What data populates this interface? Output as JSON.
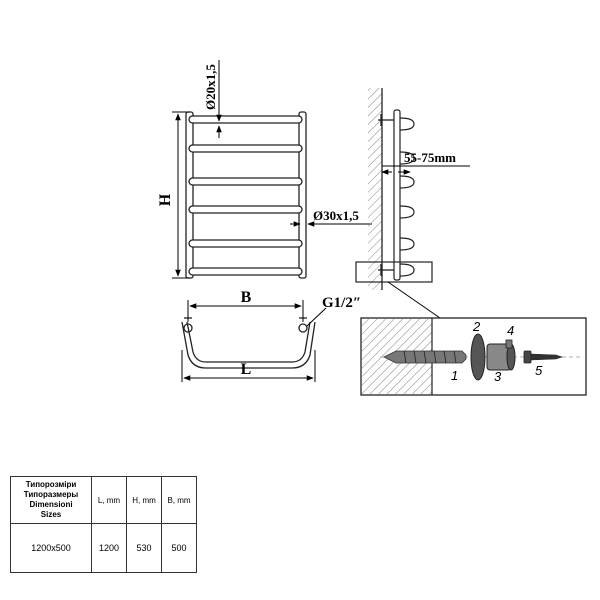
{
  "labels": {
    "tube_small": "Ø20x1,5",
    "height": "H",
    "tube_large": "Ø30x1,5",
    "width_b": "B",
    "thread": "G1/2″",
    "length_l": "L",
    "wall_gap": "55-75mm"
  },
  "parts": [
    "1",
    "2",
    "3",
    "4",
    "5"
  ],
  "table": {
    "header_lines": [
      "Типорозміри",
      "Типоразмеры",
      "Dimensioni",
      "Sizes"
    ],
    "columns": [
      "L, mm",
      "H, mm",
      "B, mm"
    ],
    "rows": [
      {
        "size": "1200x500",
        "values": [
          "1200",
          "530",
          "500"
        ]
      }
    ]
  }
}
